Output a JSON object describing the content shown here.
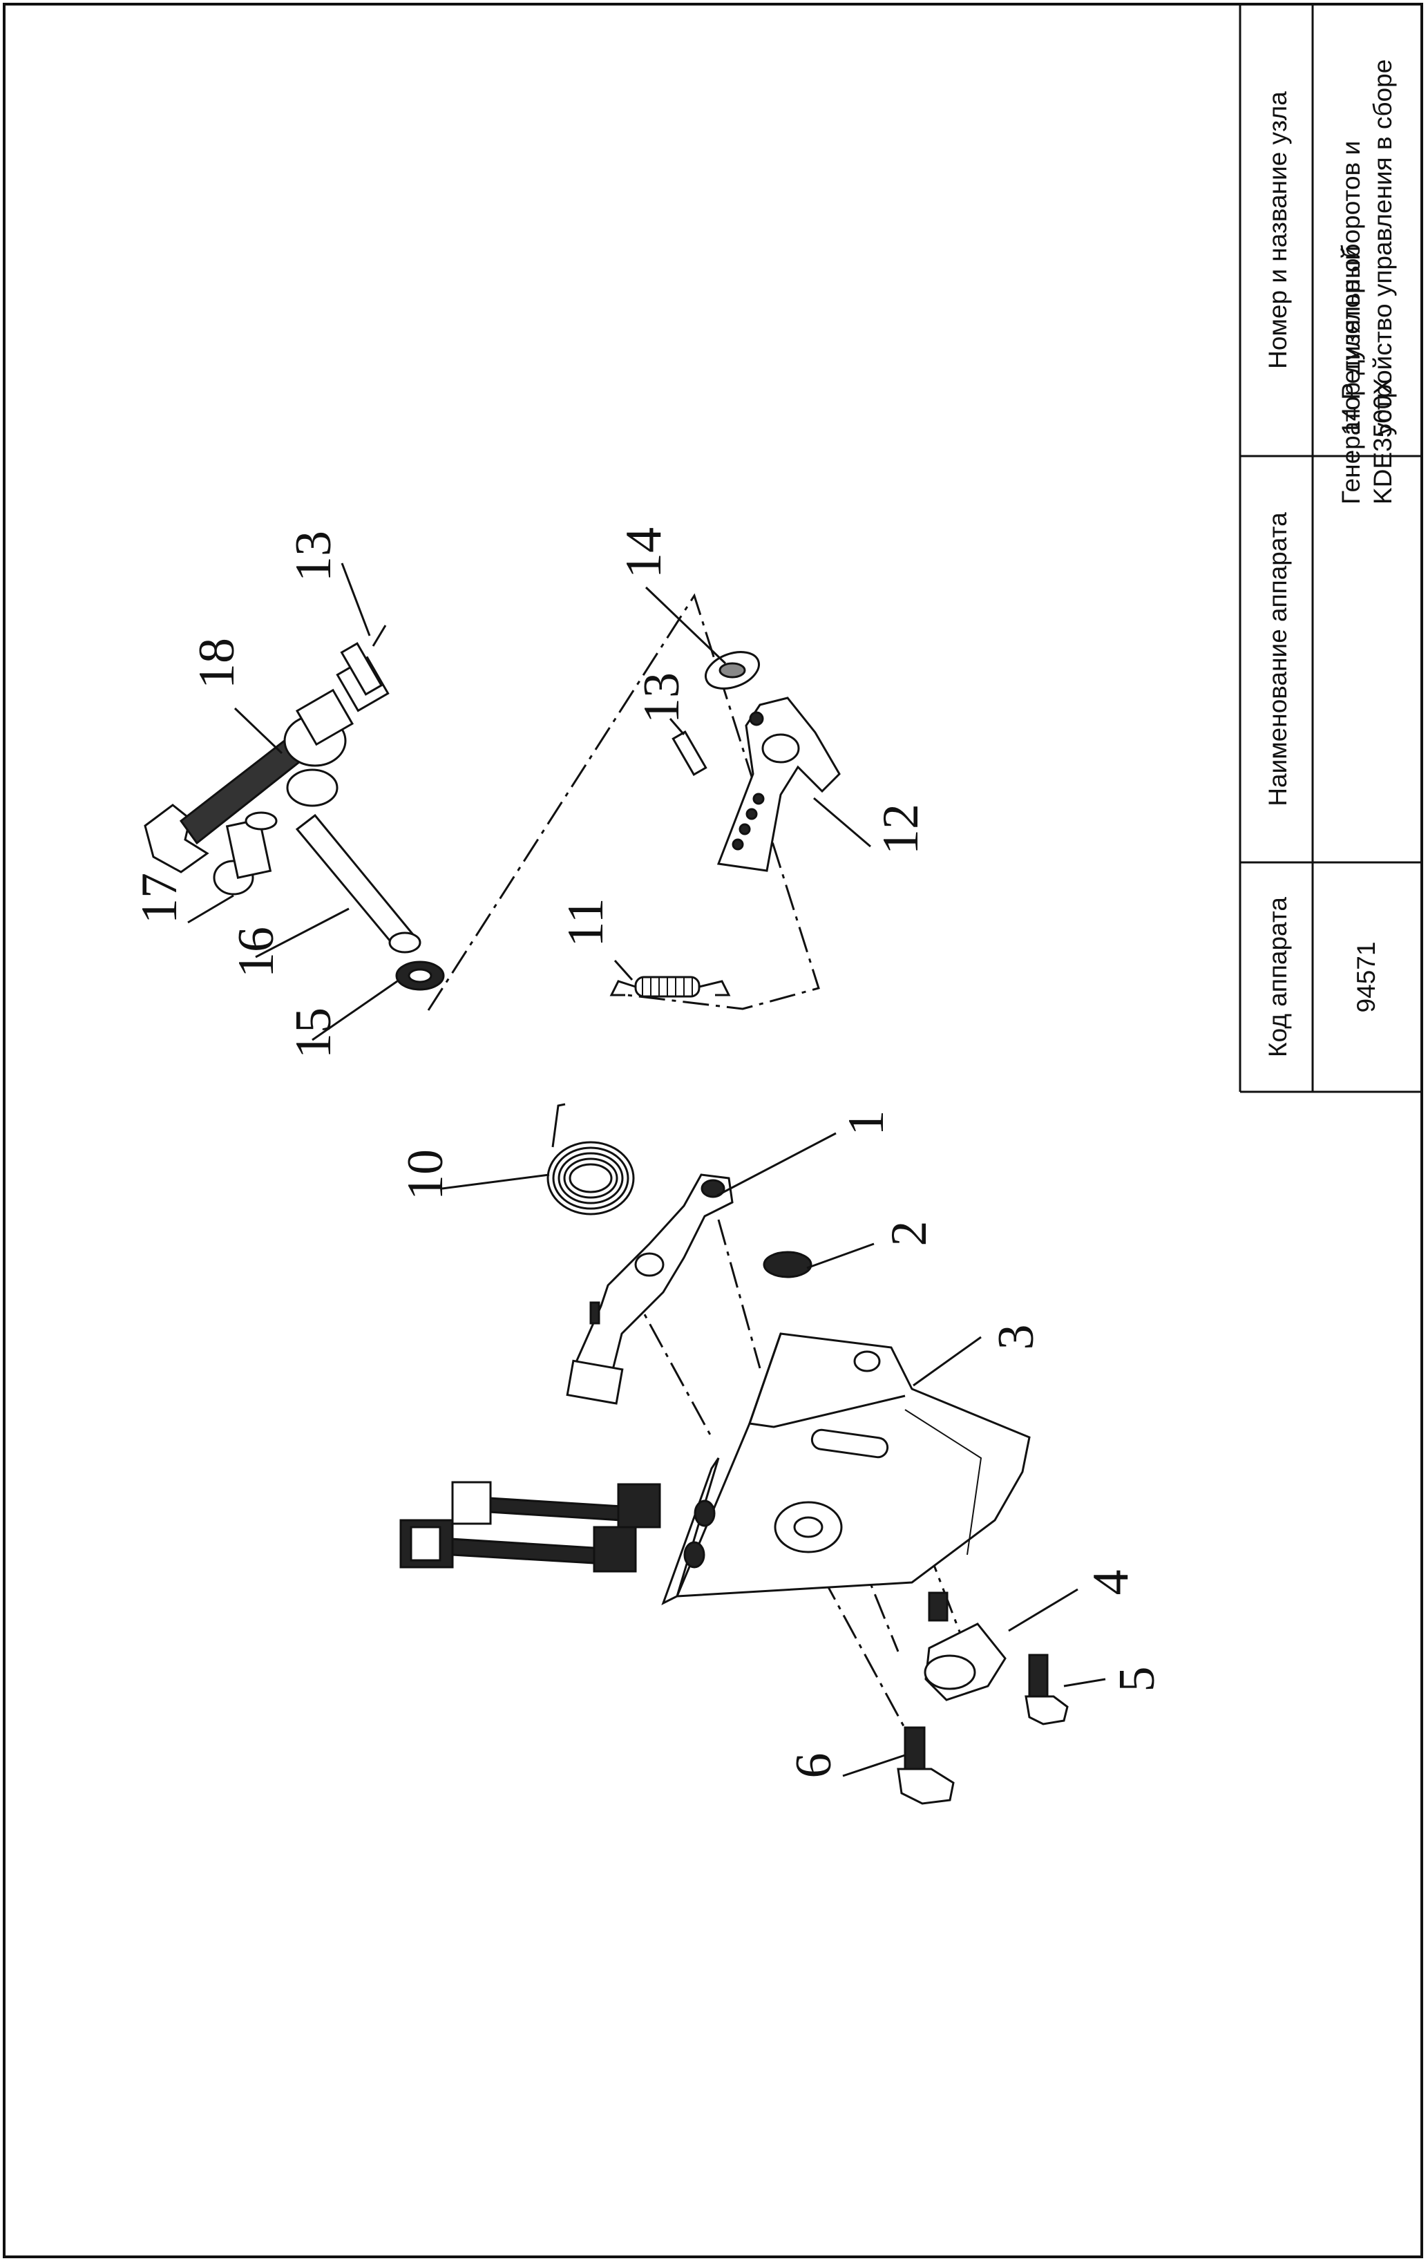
{
  "title_block": {
    "code_header": "Код аппарата",
    "code_value": "94571",
    "name_header": "Наименование аппарата",
    "name_value_line1": "Генератор дизельный",
    "name_value_line2": "KDE3500X",
    "unit_header": "Номер и название узла",
    "unit_value_line1": "14 Регулятор оборотов и",
    "unit_value_line2": "устройство управления в сборе"
  },
  "callouts": [
    "1",
    "2",
    "3",
    "4",
    "5",
    "6",
    "10",
    "11",
    "12",
    "13",
    "13",
    "14",
    "15",
    "16",
    "17",
    "18"
  ],
  "colors": {
    "ink": "#111111",
    "part_fill": "#ffffff",
    "dark_part": "#222222"
  }
}
